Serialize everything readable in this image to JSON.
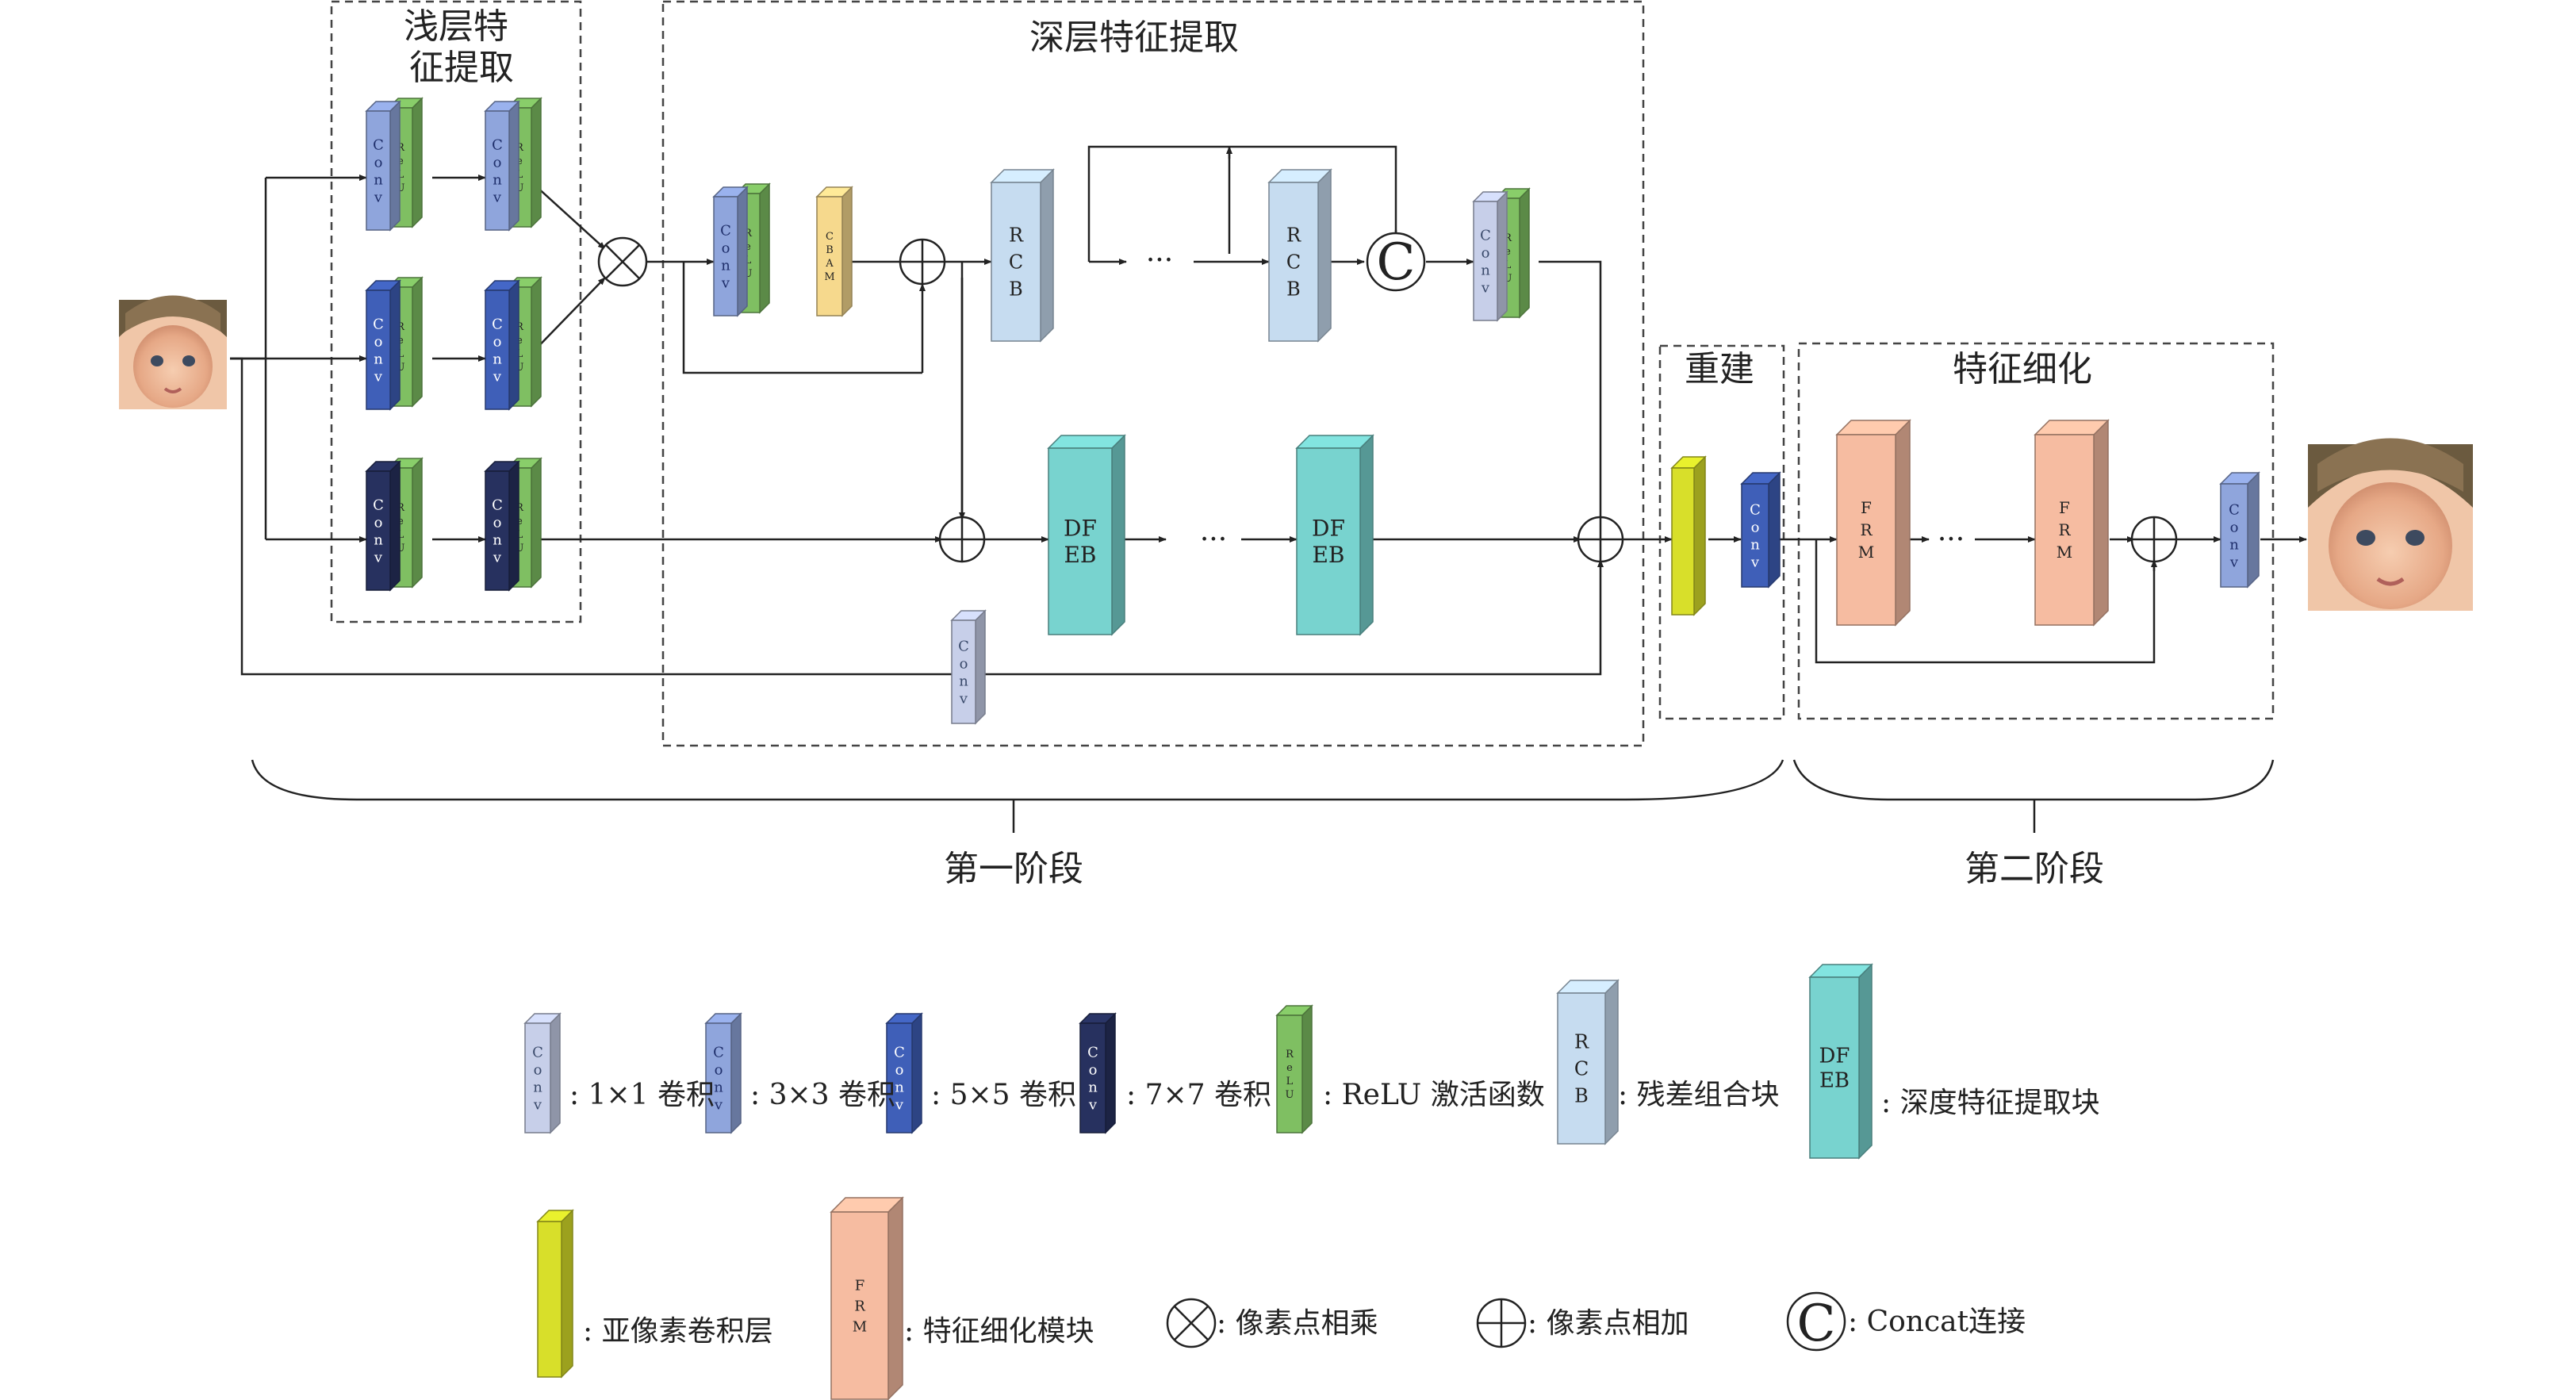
{
  "sections": {
    "shallow": "浅层特\n征提取",
    "deep": "深层特征提取",
    "reconstruct": "重建",
    "refine": "特征细化",
    "stage1": "第一阶段",
    "stage2": "第二阶段"
  },
  "block_labels": {
    "conv": "Conv",
    "relu": "ReLU",
    "cbam": "CBAM",
    "rcb": "RCB",
    "dfeb": "DF\nEB",
    "frm": "FRM",
    "ellipsis": "···",
    "concat_symbol": "C"
  },
  "legend": {
    "conv1": ": 1×1 卷积",
    "conv3": ": 3×3 卷积",
    "conv5": ": 5×5 卷积",
    "conv7": ": 7×7 卷积",
    "relu": ": ReLU 激活函数",
    "rcb": ": 残差组合块",
    "dfeb": ": 深度特征提取块",
    "subpixel": ": 亚像素卷积层",
    "frm": ": 特征细化模块",
    "mul": ": 像素点相乘",
    "add": ": 像素点相加",
    "concat": ": Concat连接"
  },
  "images": {
    "input": "baby-face-low-resolution",
    "output": "baby-face-high-resolution"
  },
  "colors": {
    "conv1": "#c7cfe9",
    "conv3": "#8fa5dc",
    "conv5": "#3f5fb8",
    "conv7": "#27315f",
    "relu": "#7fbf62",
    "cbam": "#f6d98d",
    "rcb": "#c6dcf0",
    "dfeb": "#78d3cf",
    "subpixel": "#d8df2a",
    "frm": "#f6bca1"
  }
}
